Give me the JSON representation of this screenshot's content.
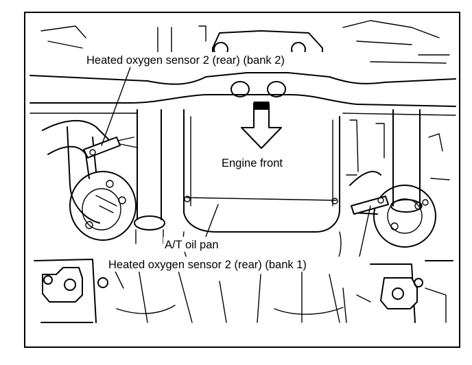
{
  "diagram": {
    "labels": {
      "sensor_bank2": "Heated oxygen sensor 2 (rear) (bank 2)",
      "engine_front": "Engine front",
      "at_oil_pan": "A/T oil pan",
      "sensor_bank1": "Heated oxygen sensor 2 (rear) (bank 1)"
    },
    "colors": {
      "ink": "#000000",
      "paper": "#ffffff"
    }
  }
}
